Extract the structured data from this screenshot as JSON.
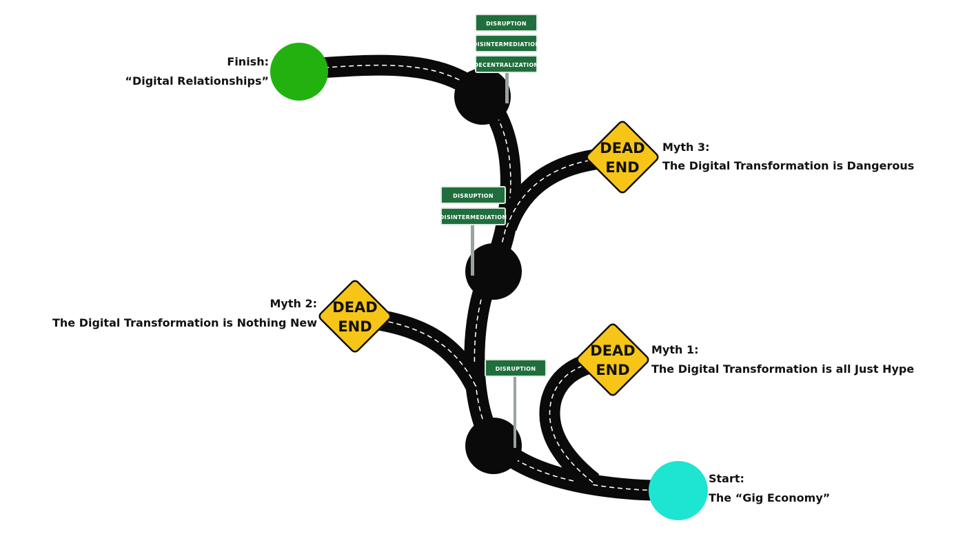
{
  "labels": {
    "finish_title": "Finish:",
    "finish_sub": "“Digital Relationships”",
    "start_title": "Start:",
    "start_sub": "The “Gig Economy”",
    "myth1_title": "Myth 1:",
    "myth1_sub": "The Digital Transformation is all Just Hype",
    "myth2_title": "Myth 2:",
    "myth2_sub": "The Digital Transformation is Nothing New",
    "myth3_title": "Myth 3:",
    "myth3_sub": "The Digital Transformation is Dangerous"
  },
  "dead_end": {
    "line1": "DEAD",
    "line2": "END"
  },
  "signposts": {
    "top": [
      "DISRUPTION",
      "DISINTERMEDIATION",
      "DECENTRALIZATION"
    ],
    "middle": [
      "DISRUPTION",
      "DISINTERMEDIATION"
    ],
    "bottom": [
      "DISRUPTION"
    ]
  },
  "colors": {
    "road": "#0a0a0a",
    "road_dash": "#ffffff",
    "finish_circle": "#22b20f",
    "start_circle": "#1de5d2",
    "sign_green": "#1f6e3c",
    "sign_border": "#dfe8e2",
    "dead_end_yellow": "#f6c517",
    "dead_end_border": "#111111"
  }
}
